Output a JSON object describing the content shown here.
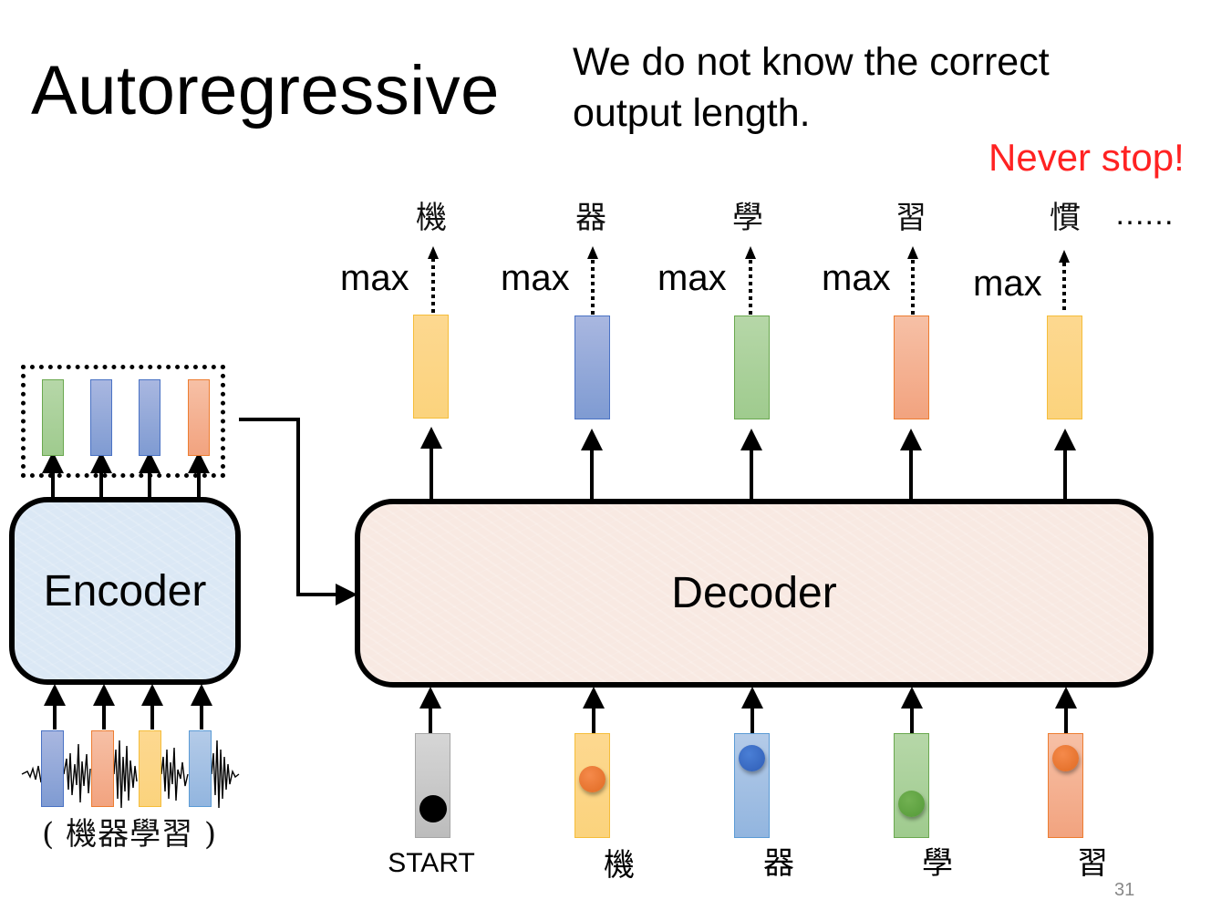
{
  "slide": {
    "title": "Autoregressive",
    "subtitle": "We do not know the correct output length.",
    "callout": "Never stop!",
    "page_number": "31",
    "colors": {
      "callout": "#ff2222",
      "yellow": "#fcd584",
      "blue": "#8fa8da",
      "green": "#a9d19a",
      "orange": "#f4b08f",
      "light_blue": "#a3c0e4",
      "gray": "#c8c8c8"
    }
  },
  "encoder": {
    "label": "Encoder",
    "input_caption": "( 機器學習 )",
    "input_vector_colors": [
      "blue",
      "orange",
      "yellow",
      "lightblue"
    ],
    "output_vector_colors": [
      "green",
      "blue",
      "blue",
      "orange"
    ],
    "input_type": "speech waveform"
  },
  "decoder": {
    "label": "Decoder",
    "outputs": [
      {
        "token": "機",
        "op": "max",
        "color": "yellow"
      },
      {
        "token": "器",
        "op": "max",
        "color": "blue"
      },
      {
        "token": "學",
        "op": "max",
        "color": "green"
      },
      {
        "token": "習",
        "op": "max",
        "color": "orange"
      },
      {
        "token": "慣",
        "op": "max",
        "color": "yellow"
      }
    ],
    "continuation": "……",
    "inputs": [
      {
        "label": "START",
        "color": "gray",
        "dot_color": "#000000"
      },
      {
        "label": "機",
        "color": "yellow",
        "dot_color": "#ed7d31"
      },
      {
        "label": "器",
        "color": "lightblue",
        "dot_color": "#3a6bc4"
      },
      {
        "label": "學",
        "color": "green",
        "dot_color": "#5fa040"
      },
      {
        "label": "習",
        "color": "orange",
        "dot_color": "#ed7d31"
      }
    ]
  }
}
